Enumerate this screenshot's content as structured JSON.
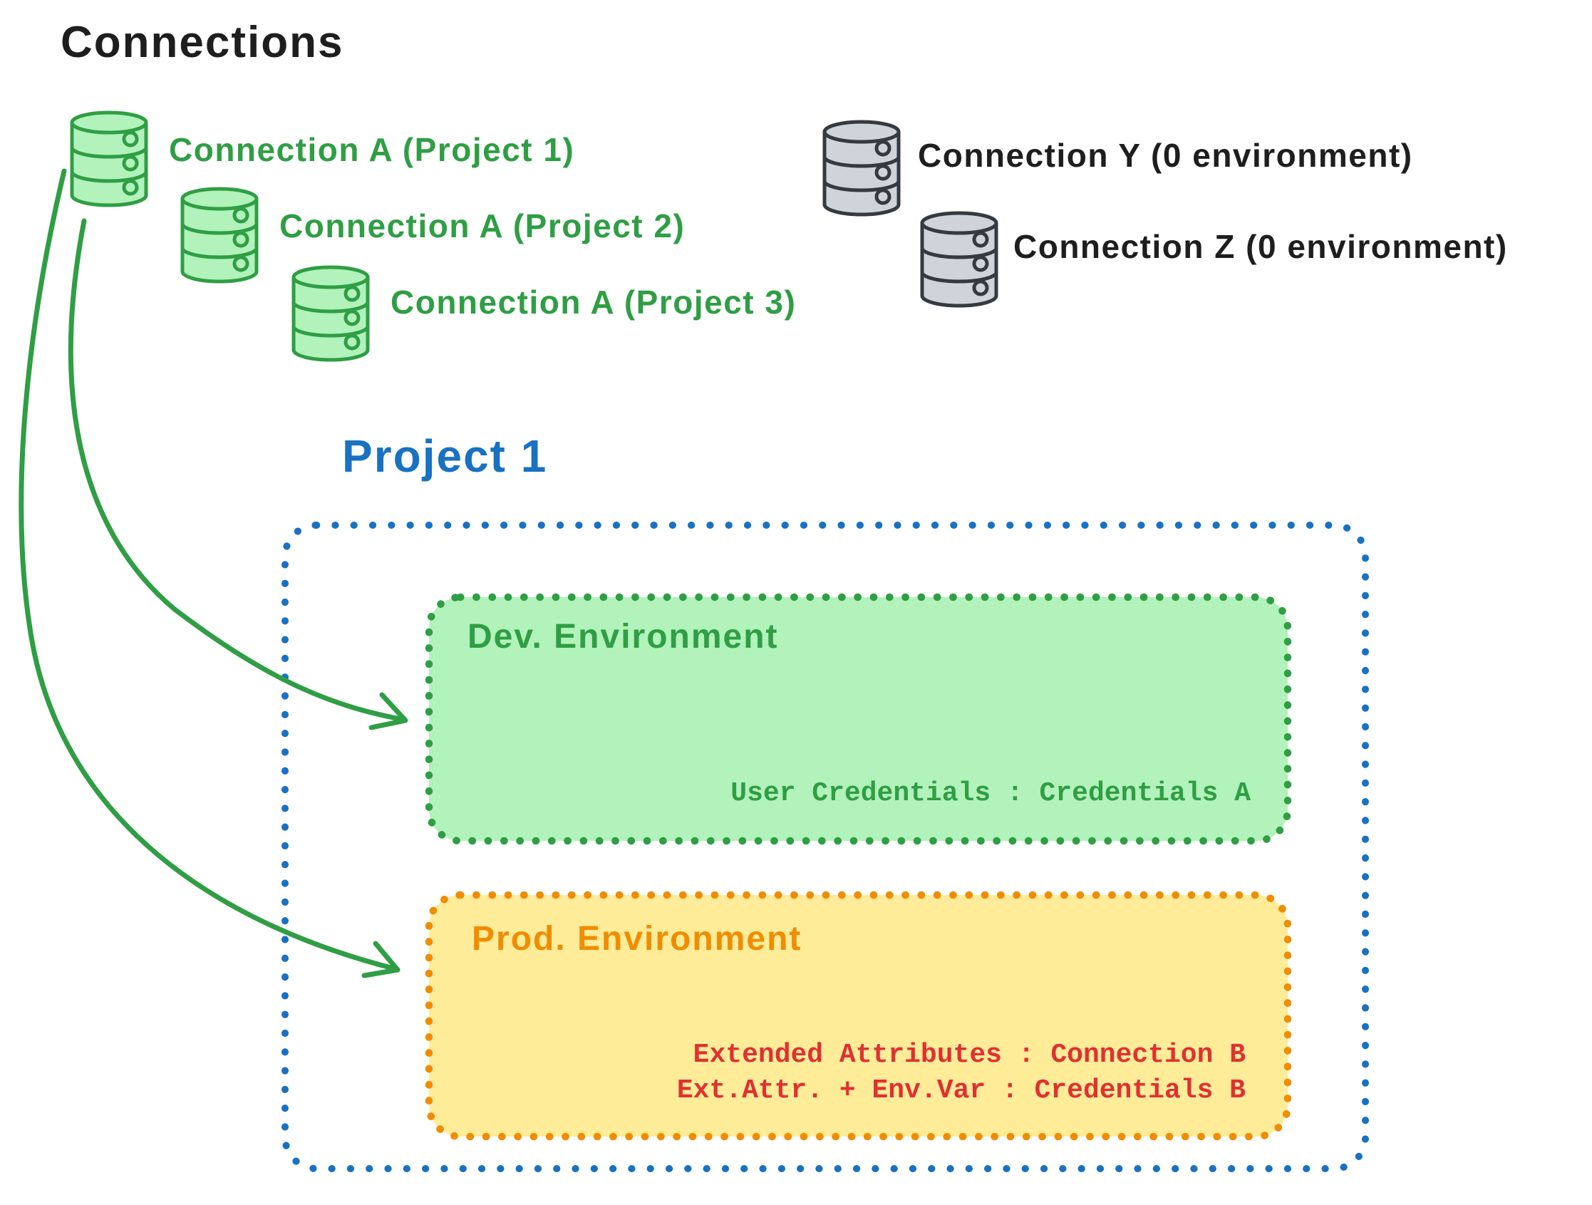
{
  "title": "Connections",
  "palette": {
    "black": "#1e1e1e",
    "green_stroke": "#2f9e44",
    "green_fill": "#b2f2bb",
    "gray_stroke": "#343a40",
    "gray_fill": "#ced4da",
    "blue": "#1971c2",
    "orange_stroke": "#f08c00",
    "yellow_fill": "#ffec99",
    "red": "#e03131"
  },
  "connections": {
    "assigned": [
      {
        "icon": "database-icon",
        "color": "green",
        "label": "Connection A (Project 1)"
      },
      {
        "icon": "database-icon",
        "color": "green",
        "label": "Connection A (Project 2)"
      },
      {
        "icon": "database-icon",
        "color": "green",
        "label": "Connection A (Project 3)"
      }
    ],
    "unassigned": [
      {
        "icon": "database-icon",
        "color": "gray",
        "label": "Connection Y (0 environment)"
      },
      {
        "icon": "database-icon",
        "color": "gray",
        "label": "Connection Z (0 environment)"
      }
    ]
  },
  "project": {
    "title": "Project 1",
    "dev_environment": {
      "name": "Dev. Environment",
      "mapping": "User Credentials : Credentials A"
    },
    "prod_environment": {
      "name": "Prod. Environment",
      "mappings": [
        "Extended Attributes : Connection B",
        "Ext.Attr. + Env.Var : Credentials B"
      ]
    }
  }
}
